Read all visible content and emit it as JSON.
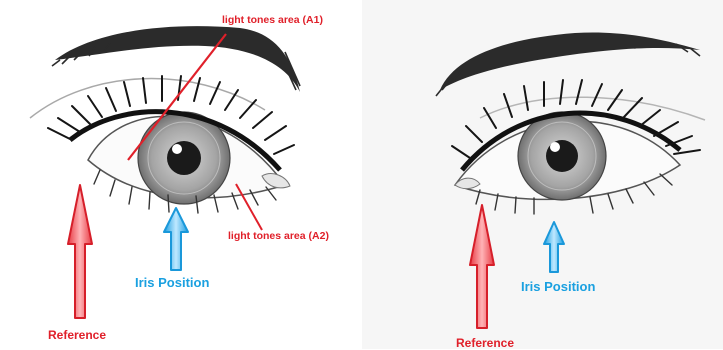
{
  "labels": {
    "light_area_a1": "light tones area (A1)",
    "light_area_a2": "light tones area (A2)",
    "iris_left": "Iris Position",
    "iris_right": "Iris Position",
    "reference_left": "Reference",
    "reference_right": "Reference"
  },
  "colors": {
    "annotation_red": "#e0202a",
    "annotation_blue": "#1aa0e0",
    "iris_gray": "#9a9a9a",
    "pupil": "#1a1a1a",
    "background_left": "#ffffff",
    "background_right": "#f3f3f3"
  },
  "icons": {
    "arrow_reference": "arrow-up-red",
    "arrow_iris": "arrow-up-blue"
  }
}
